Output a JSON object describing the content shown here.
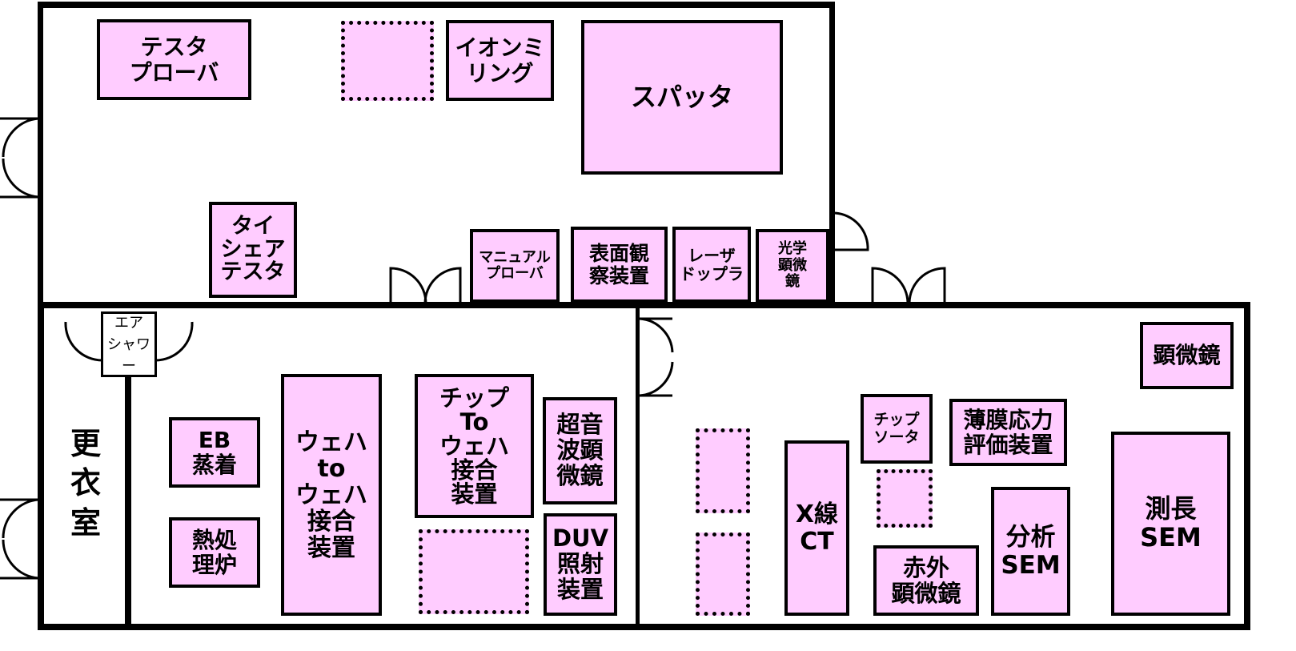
{
  "colors": {
    "equipment_fill": "#ffccff",
    "line": "#000000",
    "background": "#ffffff"
  },
  "equipment": {
    "tester_prober": "テスタ\nプローバ",
    "ion_milling": "イオンミ\nリング",
    "sputter": "スパッタ",
    "die_shear_tester": "タイ\nシェア\nテスタ",
    "manual_prober": "マニュアル\nプローバ",
    "surface_inspection": "表面観\n察装置",
    "laser_doppler": "レーザ\nドップラ",
    "optical_microscope": "光学\n顕微\n鏡",
    "air_shower": "エア\nシャワー",
    "changing_room": "更\n衣\n室",
    "eb_evaporation": "EB\n蒸着",
    "heat_treatment_furnace": "熱処\n理炉",
    "wafer_to_wafer_bonder": "ウェハ\nto\nウェハ\n接合\n装置",
    "chip_to_wafer_bonder": "チップ\nTo\nウェハ\n接合\n装置",
    "ultrasonic_microscope": "超音\n波顕\n微鏡",
    "duv_irradiation": "DUV\n照射\n装置",
    "microscope": "顕微鏡",
    "chip_sorter": "チップ\nソータ",
    "thin_film_stress": "薄膜応力\n評価装置",
    "xray_ct": "X線\nCT",
    "infrared_microscope": "赤外\n顕微鏡",
    "analysis_sem": "分析\nSEM",
    "cd_sem": "測長\nSEM"
  }
}
